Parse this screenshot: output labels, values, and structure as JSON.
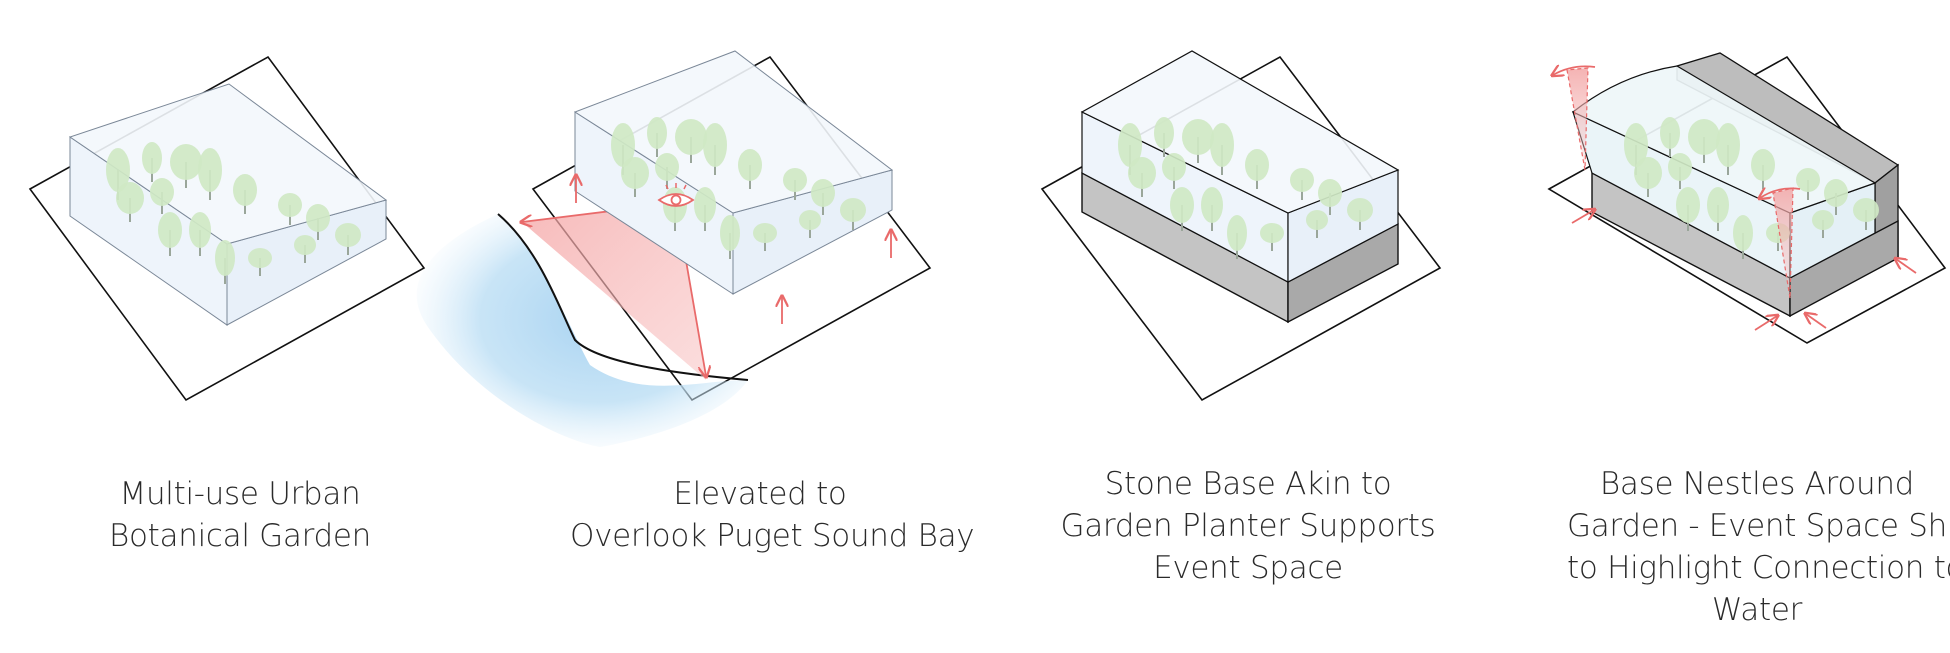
{
  "panels": [
    {
      "caption": [
        "Multi-use Urban",
        "Botanical Garden"
      ]
    },
    {
      "caption": [
        "Elevated to",
        "Overlook Puget Sound Bay"
      ]
    },
    {
      "caption": [
        "Stone Base Akin to",
        "Garden Planter Supports",
        "Event Space"
      ]
    },
    {
      "caption": [
        "Base Nestles Around",
        "Garden - Event Space Shifts",
        "to Highlight Connection to",
        "Water"
      ]
    }
  ],
  "colors": {
    "glass": "#eef4fb",
    "tree": "#cfe8c4",
    "stone": "#bdbdbd",
    "water": "#b9dcf3",
    "accent": "#e96a6a"
  }
}
